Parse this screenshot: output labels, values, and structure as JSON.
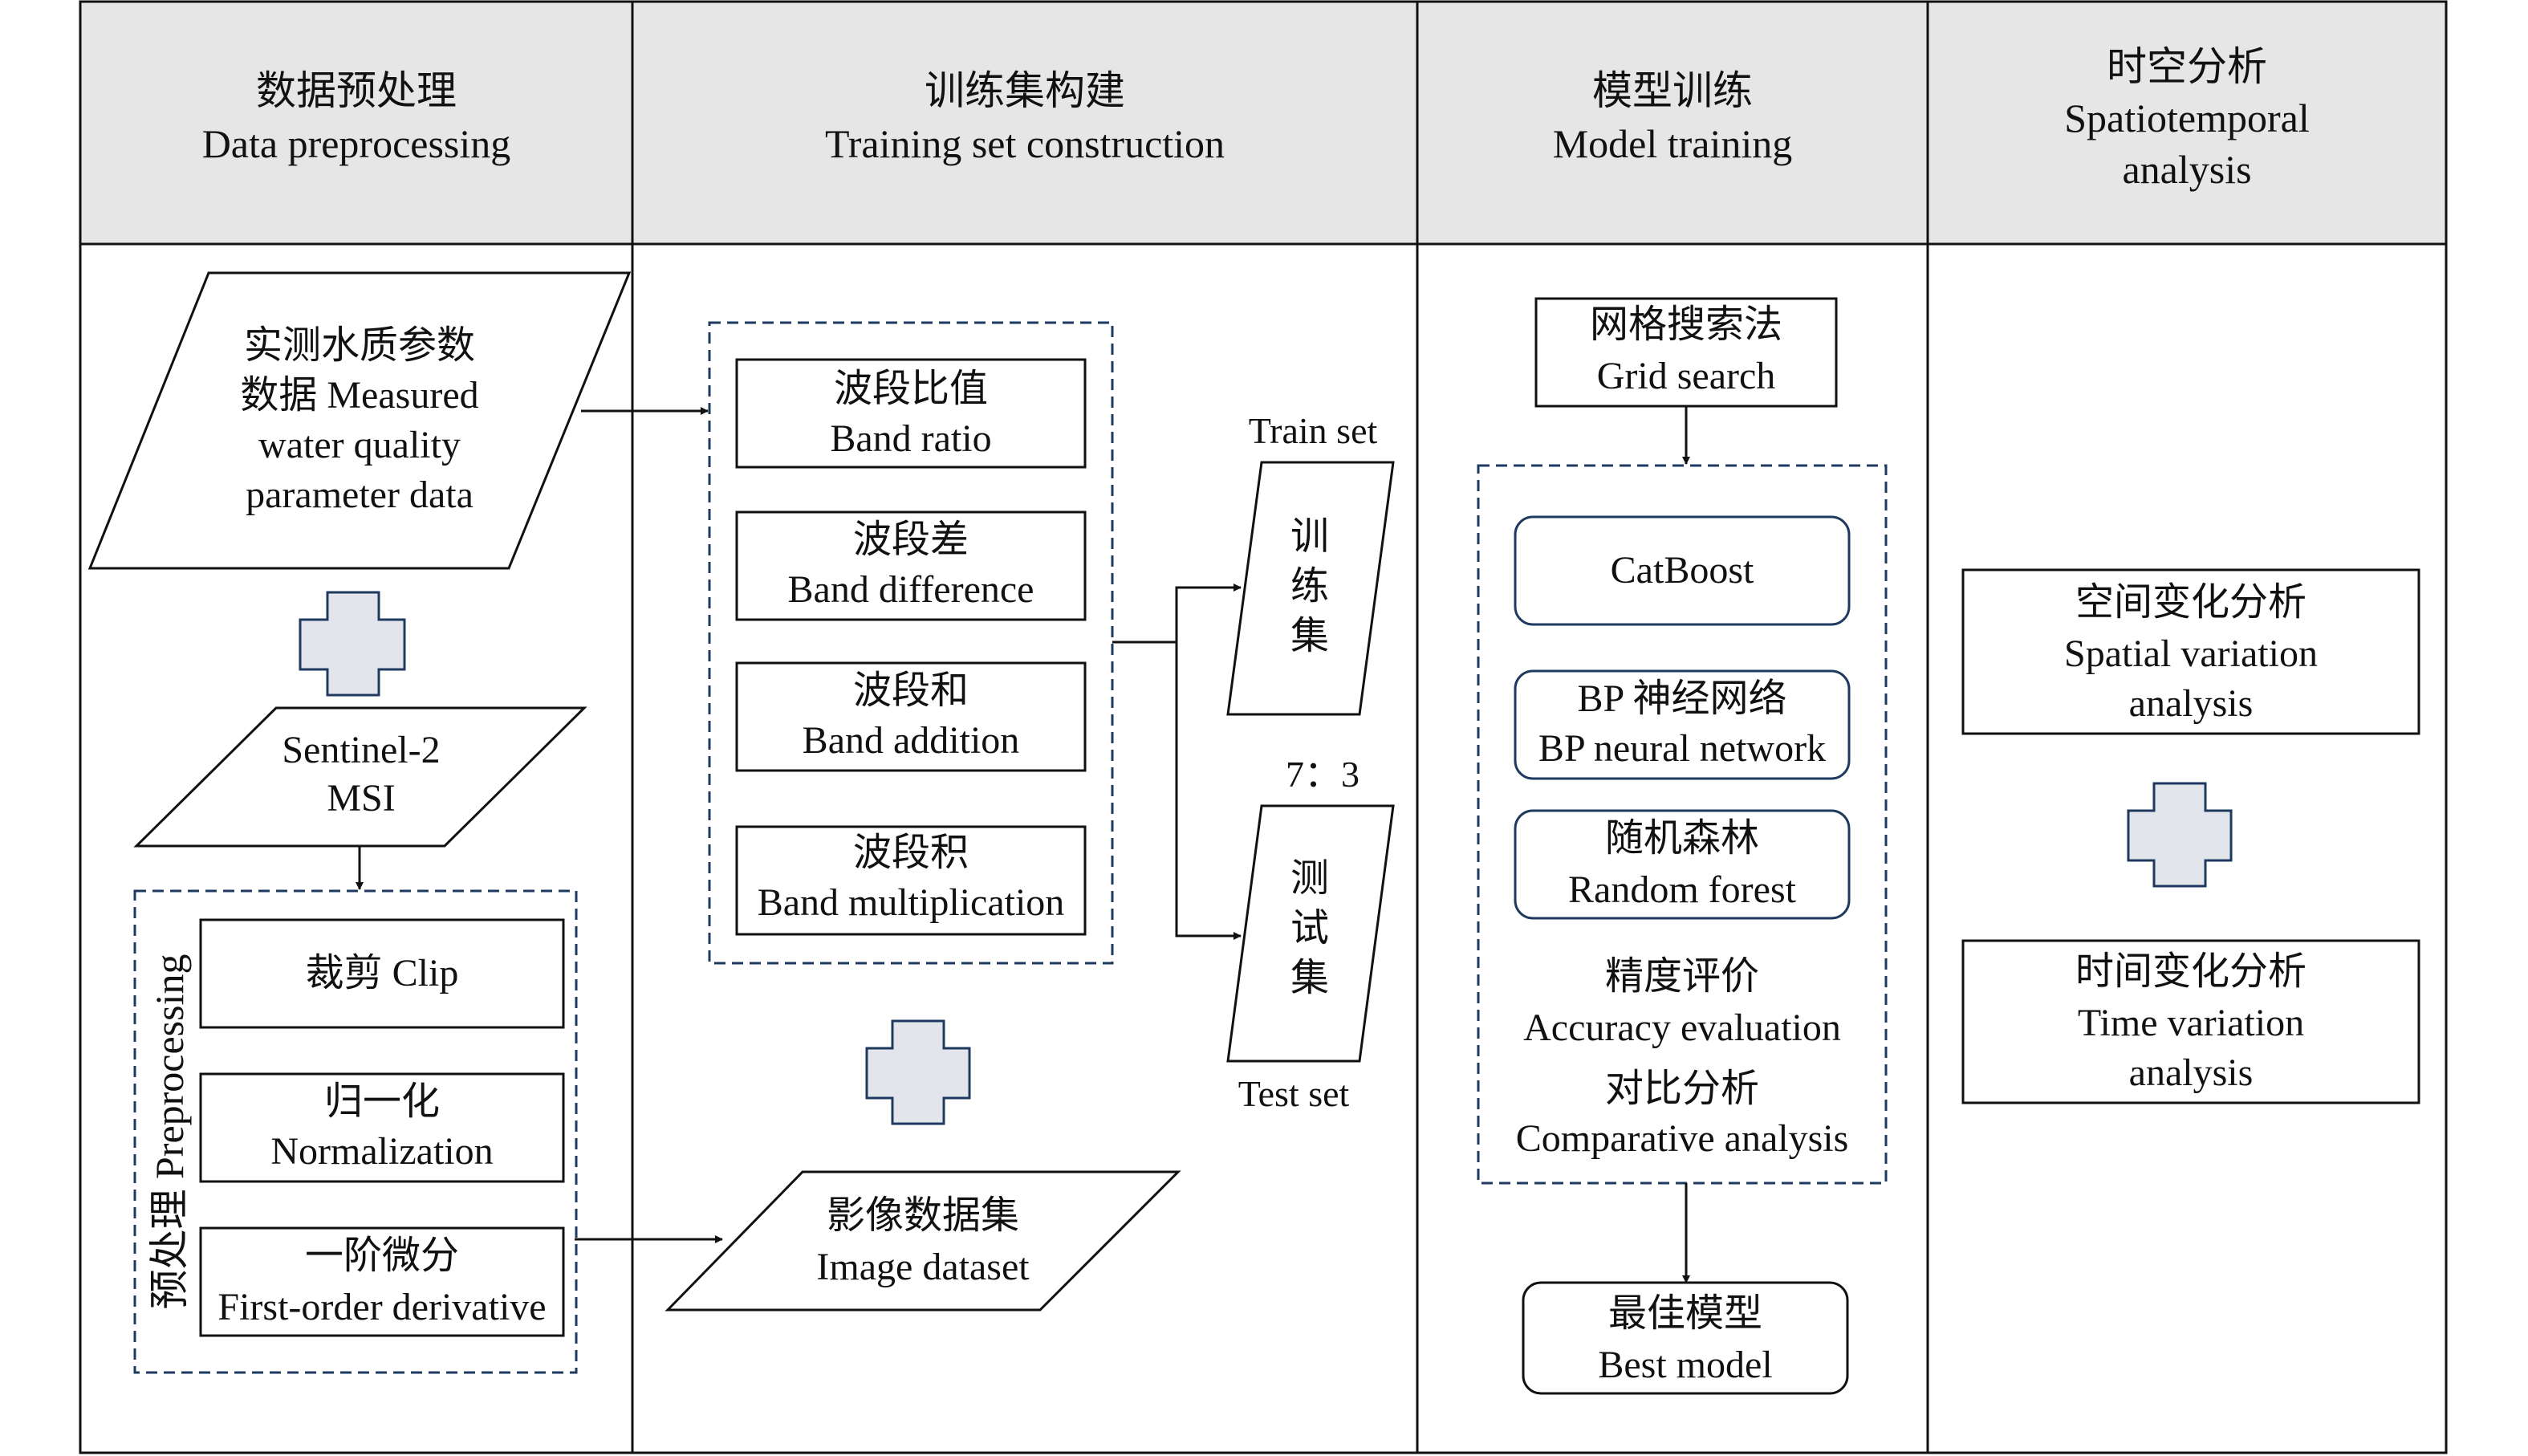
{
  "columns": {
    "c1": {
      "zh": "数据预处理",
      "en": "Data preprocessing"
    },
    "c2": {
      "zh": "训练集构建",
      "en": "Training set construction"
    },
    "c3": {
      "zh": "模型训练",
      "en": "Model training"
    },
    "c4": {
      "zh": "时空分析",
      "en1": "Spatiotemporal",
      "en2": "analysis"
    }
  },
  "preprocessing": {
    "measured": [
      "实测水质参数",
      "数据 Measured",
      "water quality",
      "parameter data"
    ],
    "sentinel": [
      "Sentinel-2",
      "MSI"
    ],
    "group_label": "预处理 Preprocessing",
    "clip": "裁剪 Clip",
    "normalization": {
      "zh": "归一化",
      "en": "Normalization"
    },
    "derivative": {
      "zh": "一阶微分",
      "en": "First-order derivative"
    }
  },
  "training_set": {
    "band_ratio": {
      "zh": "波段比值",
      "en": "Band ratio"
    },
    "band_difference": {
      "zh": "波段差",
      "en": "Band difference"
    },
    "band_addition": {
      "zh": "波段和",
      "en": "Band addition"
    },
    "band_multiplication": {
      "zh": "波段积",
      "en": "Band multiplication"
    },
    "image_dataset": {
      "zh": "影像数据集",
      "en": "Image dataset"
    },
    "train_label": "Train set",
    "train_chars": [
      "训",
      "练",
      "集"
    ],
    "ratio": "7：3",
    "test_chars": [
      "测",
      "试",
      "集"
    ],
    "test_label": "Test set"
  },
  "model_training": {
    "grid_search": {
      "zh": "网格搜索法",
      "en": "Grid search"
    },
    "catboost": "CatBoost",
    "bp": {
      "zh": "BP 神经网络",
      "en": "BP neural network"
    },
    "rf": {
      "zh": "随机森林",
      "en": "Random forest"
    },
    "accuracy": {
      "zh": "精度评价",
      "en": "Accuracy evaluation"
    },
    "comparative": {
      "zh": "对比分析",
      "en": "Comparative analysis"
    },
    "best": {
      "zh": "最佳模型",
      "en": "Best model"
    }
  },
  "spatiotemporal": {
    "spatial": {
      "zh": "空间变化分析",
      "en1": "Spatial variation",
      "en2": "analysis"
    },
    "temporal": {
      "zh": "时间变化分析",
      "en1": "Time variation",
      "en2": "analysis"
    }
  }
}
